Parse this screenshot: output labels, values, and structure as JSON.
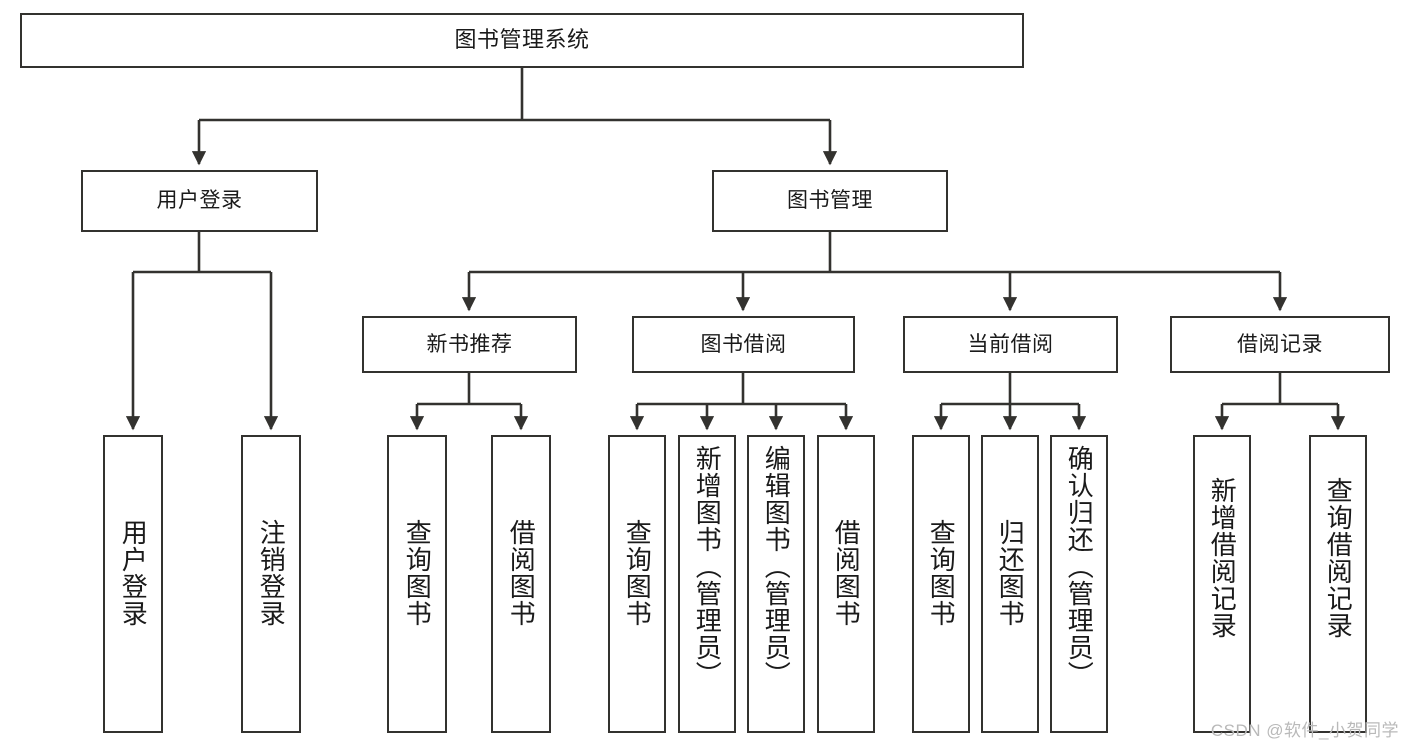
{
  "diagram": {
    "title": "图书管理系统",
    "type": "tree",
    "watermark": "CSDN @软件_小贺同学",
    "line_color": "#33322f",
    "box_fill": "#ffffff",
    "text_color": "#1a1a1a",
    "levels": {
      "root": {
        "label": "图书管理系统"
      },
      "level2": [
        {
          "label": "用户登录"
        },
        {
          "label": "图书管理"
        }
      ],
      "level3": [
        {
          "label": "新书推荐"
        },
        {
          "label": "图书借阅"
        },
        {
          "label": "当前借阅"
        },
        {
          "label": "借阅记录"
        }
      ],
      "leaves": {
        "user_login": [
          {
            "label": "用户登录"
          },
          {
            "label": "注销登录"
          }
        ],
        "new_book_recommend": [
          {
            "label": "查询图书"
          },
          {
            "label": "借阅图书"
          }
        ],
        "book_borrow": [
          {
            "label": "查询图书"
          },
          {
            "label": "新增图书（管理员）"
          },
          {
            "label": "编辑图书（管理员）"
          },
          {
            "label": "借阅图书"
          }
        ],
        "current_borrow": [
          {
            "label": "查询图书"
          },
          {
            "label": "归还图书"
          },
          {
            "label": "确认归还（管理员）"
          }
        ],
        "borrow_record": [
          {
            "label": "新增借阅记录"
          },
          {
            "label": "查询借阅记录"
          }
        ]
      }
    }
  }
}
